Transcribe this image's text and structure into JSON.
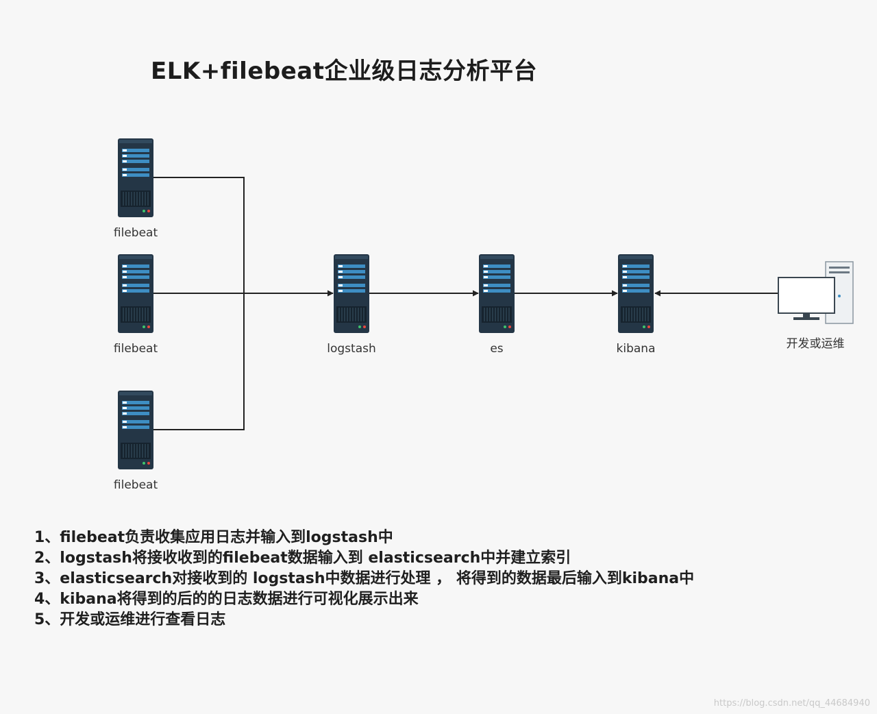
{
  "title": "ELK+filebeat企业级日志分析平台",
  "nodes": {
    "filebeat_1": "filebeat",
    "filebeat_2": "filebeat",
    "filebeat_3": "filebeat",
    "logstash": "logstash",
    "es": "es",
    "kibana": "kibana",
    "dev_ops": "开发或运维"
  },
  "notes": [
    "1、filebeat负责收集应用日志并输入到logstash中",
    "2、logstash将接收收到的filebeat数据输入到 elasticsearch中并建立索引",
    "3、elasticsearch对接收到的 logstash中数据进行处理 ， 将得到的数据最后输入到kibana中",
    "4、kibana将得到的后的的日志数据进行可视化展示出来",
    "5、开发或运维进行查看日志"
  ],
  "watermark": "https://blog.csdn.net/qq_44684940",
  "colors": {
    "server_body": "#243646",
    "server_panel": "#3e8ec3",
    "connector": "#222222"
  },
  "icons": {
    "server": "server-rack-icon",
    "workstation": "desktop-computer-icon"
  }
}
